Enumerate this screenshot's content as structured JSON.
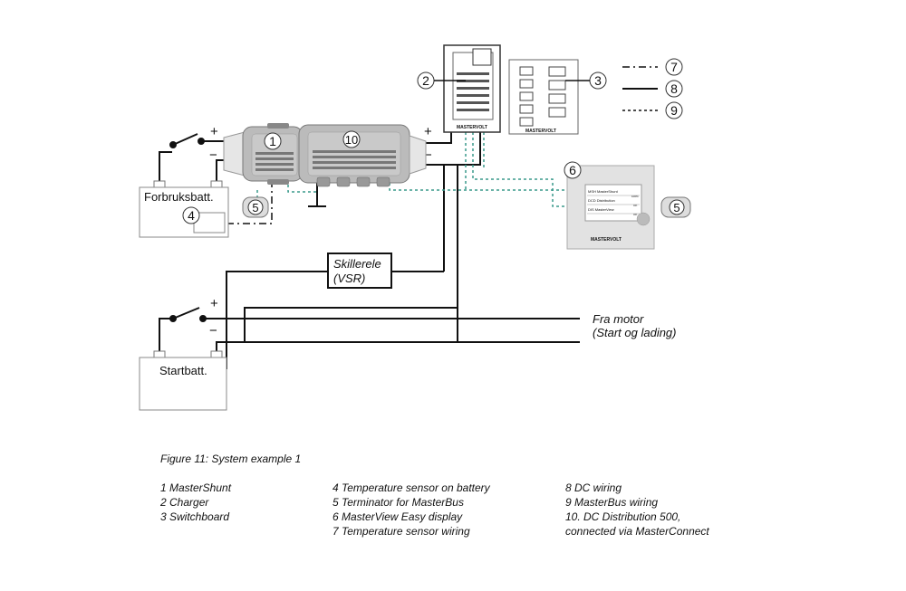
{
  "callouts": {
    "c1": "1",
    "c2": "2",
    "c3": "3",
    "c4": "4",
    "c5a": "5",
    "c5b": "5",
    "c6": "6",
    "c7": "7",
    "c8": "8",
    "c9": "9",
    "c10": "10"
  },
  "polarity": {
    "plus": "+",
    "minus": "−"
  },
  "labels": {
    "forbruks": "Forbruksbatt.",
    "startbatt": "Startbatt.",
    "skillerele_1": "Skillerele",
    "skillerele_2": "(VSR)",
    "fra_motor_1": "Fra motor",
    "fra_motor_2": "(Start og lading)"
  },
  "display_text": {
    "row1": "MSH MasterShunt",
    "row1_val": "100%",
    "row2": "DCD Distribution",
    "row2_val": "OK",
    "row3": "DIS MasterView",
    "row3_val": "OK"
  },
  "brand": "MASTERVOLT",
  "caption": "Figure 11: System example 1",
  "legend": {
    "col1": [
      "1 MasterShunt",
      "2 Charger",
      "3 Switchboard"
    ],
    "col2": [
      "4 Temperature sensor on battery",
      "5 Terminator for MasterBus",
      "6 MasterView Easy display",
      "7 Temperature sensor wiring"
    ],
    "col3": [
      "8 DC wiring",
      "9 MasterBus wiring",
      "10. DC Distribution 500,",
      "connected via MasterConnect"
    ]
  }
}
